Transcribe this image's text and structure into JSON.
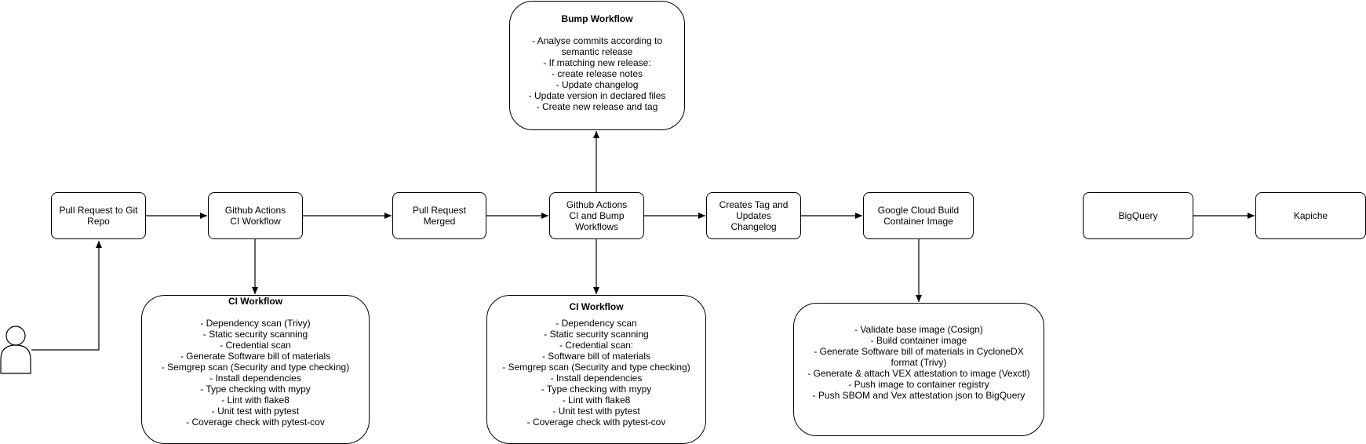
{
  "nodes": {
    "pr_git": "Pull Request to Git Repo",
    "gh_ci": "Github Actions\nCI Workflow",
    "pr_merged": "Pull Request Merged",
    "gh_bump": "Github Actions\nCI and Bump Workflows",
    "tag": "Creates Tag and Updates Changelog",
    "gcb": "Google Cloud Build\nContainer Image",
    "bigquery": "BigQuery",
    "kapiche": "Kapiche"
  },
  "bump": {
    "title": "Bump Workflow",
    "items": [
      "- Analyse commits according to semantic release",
      "- If matching new release:",
      "- create release notes",
      "- Update changelog",
      "- Update version in declared files",
      "- Create new release and tag"
    ]
  },
  "ci_left": {
    "title": "CI Workflow",
    "items": [
      "- Dependency scan (Trivy)",
      "- Static security scanning",
      "- Credential scan",
      "- Generate Software bill of materials",
      "- Semgrep scan (Security and type checking)",
      "- Install dependencies",
      "- Type checking with mypy",
      "- Lint with flake8",
      "- Unit test with pytest",
      "- Coverage check with pytest-cov"
    ]
  },
  "ci_mid": {
    "title": "CI Workflow",
    "items": [
      "- Dependency scan",
      "- Static security scanning",
      "- Credential scan:",
      "- Software bill of materials",
      "- Semgrep scan (Security and type checking)",
      "- Install dependencies",
      "- Type checking with mypy",
      "- Lint with flake8",
      "- Unit test with pytest",
      "- Coverage check with pytest-cov"
    ]
  },
  "build": {
    "items": [
      "- Validate base image (Cosign)",
      "- Build container image",
      "- Generate Software bill of materials in CycloneDX format (Trivy)",
      "- Generate & attach VEX attestation to image (Vexctl)",
      "- Push image to container registry",
      "- Push SBOM and Vex attestation json to BigQuery"
    ]
  }
}
